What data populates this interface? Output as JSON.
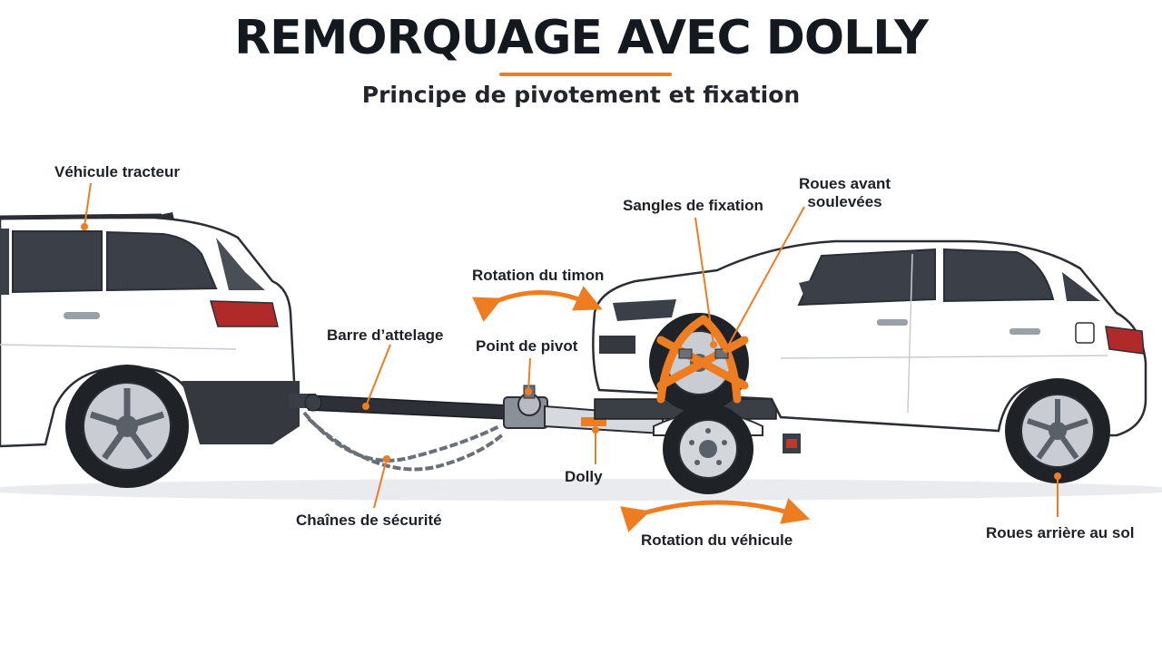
{
  "title": "REMORQUAGE AVEC DOLLY",
  "subtitle": "Principe de pivotement et fixation",
  "colors": {
    "accent": "#ee7d22",
    "ink": "#1d2127",
    "body": "#ffffff",
    "metal": "#3a3f46"
  },
  "labels": {
    "tow_vehicle": "Véhicule tracteur",
    "tow_bar": "Barre d’attelage",
    "safety_chains": "Chaînes de sécurité",
    "drawbar_rotation": "Rotation du timon",
    "pivot_point": "Point de pivot",
    "dolly": "Dolly",
    "vehicle_rotation": "Rotation du véhicule",
    "straps": "Sangles de fixation",
    "front_wheels_raised": "Roues avant\nsoulevées",
    "rear_wheels_ground": "Roues arrière au sol"
  }
}
